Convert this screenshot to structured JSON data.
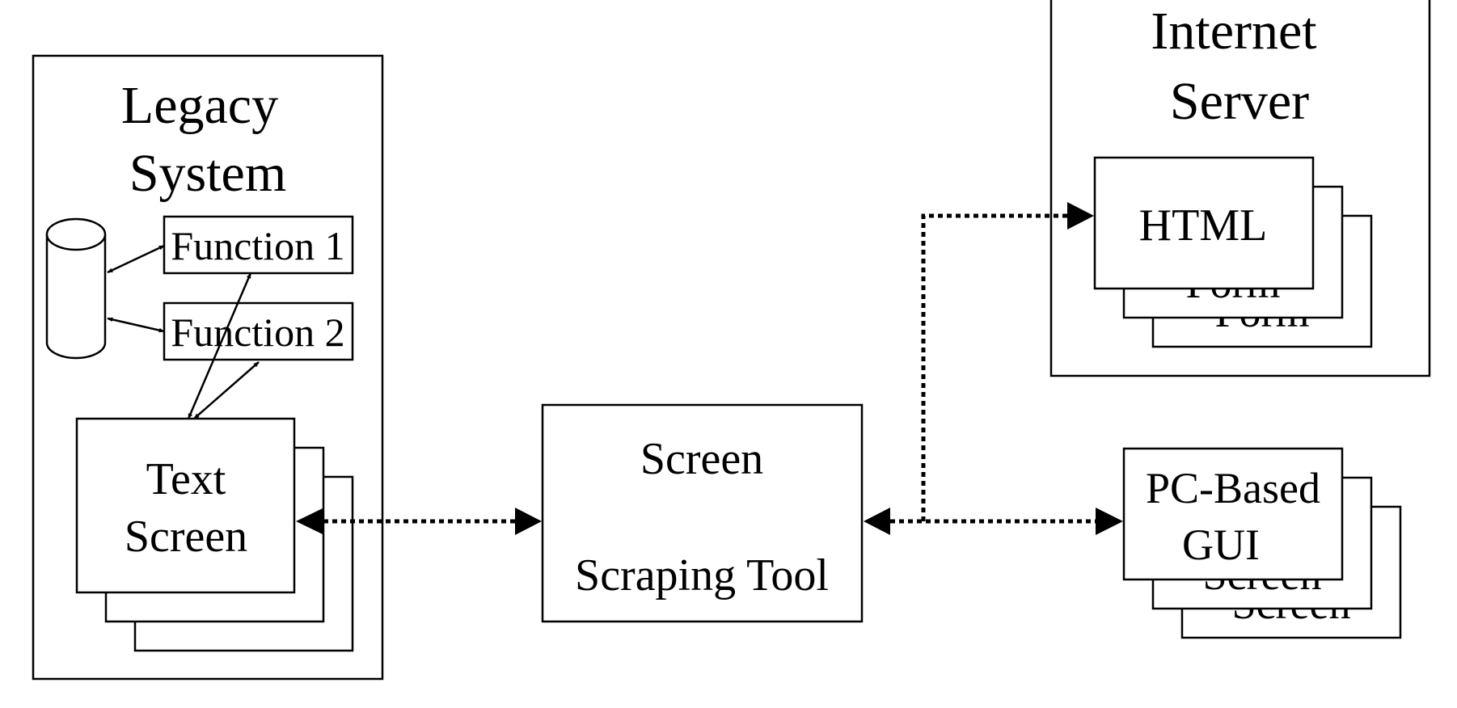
{
  "legacy_system": {
    "title_line1": "Legacy",
    "title_line2": "System",
    "function1": "Function 1",
    "function2": "Function 2",
    "text_screen_line1": "Text",
    "text_screen_line2": "Screen"
  },
  "scraping_tool": {
    "line1": "Screen",
    "line2": "Scraping Tool"
  },
  "internet_server": {
    "title_line1": "Internet",
    "title_line2": "Server",
    "page_front": "HTML",
    "page_back": "Form"
  },
  "pc_gui": {
    "line1": "PC-Based",
    "line2": "GUI",
    "page_back": "Screen"
  }
}
